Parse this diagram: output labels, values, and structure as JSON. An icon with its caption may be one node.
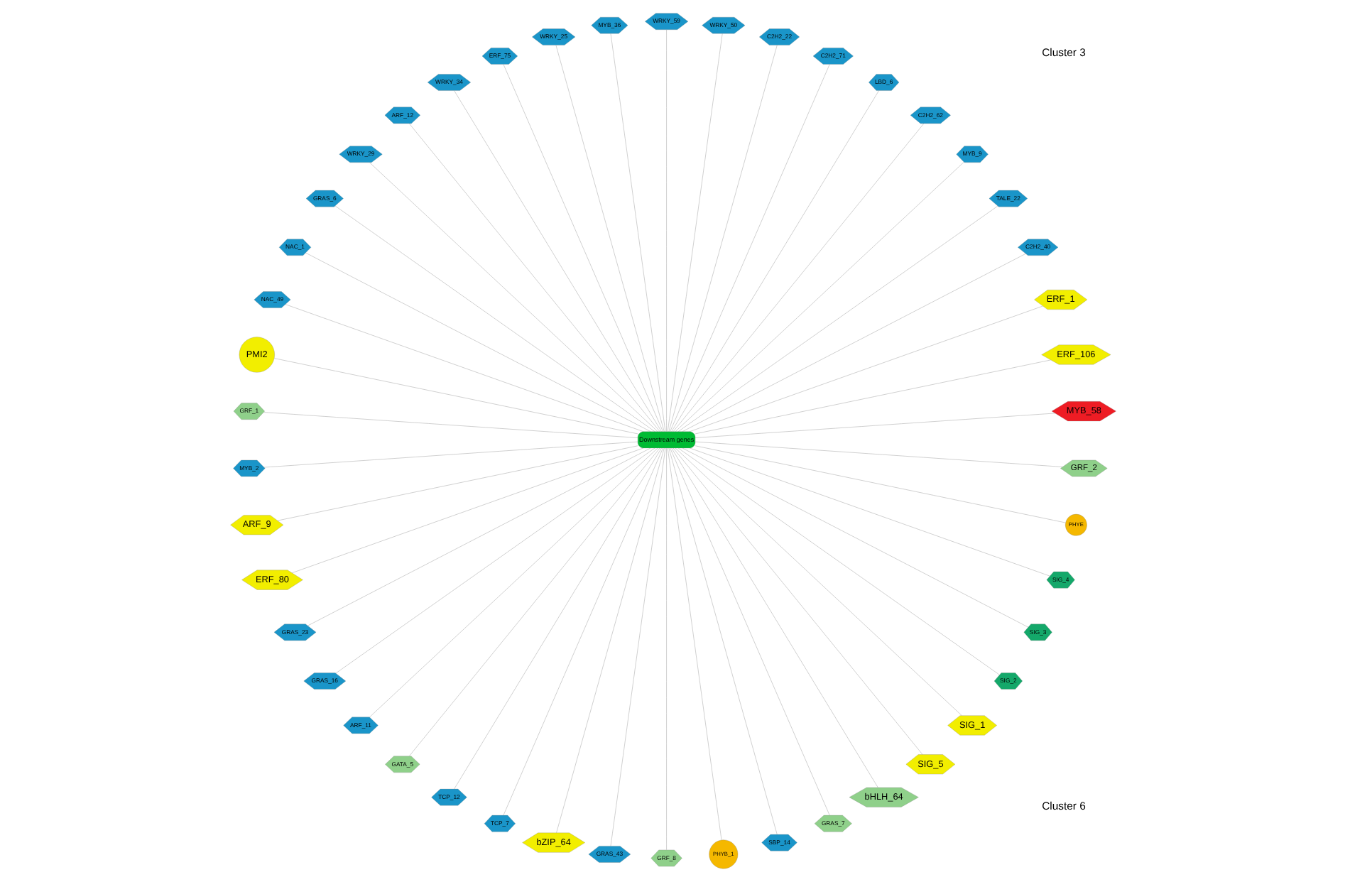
{
  "diagram": {
    "nodes": [
      {
        "text": [
          "MYB_58"
        ]
      },
      {
        "text": [
          "ERF_106"
        ]
      },
      {
        "text": [
          "ERF_1"
        ]
      },
      {
        "text": [
          "C2H2_40"
        ]
      },
      {
        "text": [
          "TALE_22"
        ]
      },
      {
        "text": [
          "MYB_9"
        ]
      },
      {
        "text": [
          "C2H2_62"
        ]
      },
      {
        "text": [
          "LBD_6"
        ]
      },
      {
        "text": [
          "C2H2_71"
        ]
      },
      {
        "text": [
          "C2H2_22"
        ]
      },
      {
        "text": [
          "WRKY_50"
        ]
      },
      {
        "text": [
          "WRKY_59"
        ]
      },
      {
        "text": [
          "MYB_36"
        ]
      },
      {
        "text": [
          "WRKY_25"
        ]
      },
      {
        "text": [
          "ERF_75"
        ]
      },
      {
        "text": [
          "WRKY_34"
        ]
      },
      {
        "text": [
          "ARF_12"
        ]
      },
      {
        "text": [
          "WRKY_29"
        ]
      },
      {
        "text": [
          "GRAS_6"
        ]
      },
      {
        "text": [
          "NAC_1"
        ]
      },
      {
        "text": [
          "NAC_49"
        ]
      },
      {
        "text": [
          "PMI2"
        ]
      },
      {
        "text": [
          "GRF_1"
        ]
      },
      {
        "text": [
          "Downstream genes"
        ]
      },
      {
        "text": [
          "MYB_2"
        ]
      },
      {
        "text": [
          "ARF_9"
        ]
      },
      {
        "text": [
          "ERF_80"
        ]
      },
      {
        "text": [
          "GRAS_23"
        ]
      },
      {
        "text": [
          "GRAS_16"
        ]
      },
      {
        "text": [
          "ARF_11"
        ]
      },
      {
        "text": [
          "GATA_5"
        ]
      },
      {
        "text": [
          "TCP_12"
        ]
      },
      {
        "text": [
          "TCP_7"
        ]
      },
      {
        "text": [
          "bZIP_64"
        ]
      },
      {
        "text": [
          "GRAS_43"
        ]
      },
      {
        "text": [
          "GRF_8"
        ]
      },
      {
        "text": [
          "PHYB_1"
        ]
      },
      {
        "text": [
          "SBP_14"
        ]
      },
      {
        "text": [
          "GRAS_7"
        ]
      },
      {
        "text": [
          "bHLH_64"
        ]
      },
      {
        "text": [
          "SIG_5"
        ]
      },
      {
        "text": [
          "SIG_1"
        ]
      },
      {
        "text": [
          "SIG_2"
        ]
      },
      {
        "text": [
          "SIG_3"
        ]
      },
      {
        "text": [
          "SIG_4"
        ]
      },
      {
        "text": [
          "PHYE"
        ]
      },
      {
        "text": [
          "GRF_2"
        ]
      }
    ],
    "edges": [
      {
        "from": 0,
        "to": 23,
        "arrow": "none"
      },
      {
        "from": 1,
        "to": 23,
        "arrow": "none"
      },
      {
        "from": 2,
        "to": 23,
        "arrow": "none"
      },
      {
        "from": 3,
        "to": 23,
        "arrow": "none"
      },
      {
        "from": 4,
        "to": 23,
        "arrow": "none"
      },
      {
        "from": 5,
        "to": 23,
        "arrow": "none"
      },
      {
        "from": 6,
        "to": 23,
        "arrow": "none"
      },
      {
        "from": 7,
        "to": 23,
        "arrow": "none"
      },
      {
        "from": 8,
        "to": 23,
        "arrow": "none"
      },
      {
        "from": 9,
        "to": 23,
        "arrow": "none"
      },
      {
        "from": 10,
        "to": 23,
        "arrow": "none"
      },
      {
        "from": 11,
        "to": 23,
        "arrow": "none"
      },
      {
        "from": 12,
        "to": 23,
        "arrow": "none"
      },
      {
        "from": 13,
        "to": 23,
        "arrow": "none"
      },
      {
        "from": 14,
        "to": 23,
        "arrow": "none"
      },
      {
        "from": 15,
        "to": 23,
        "arrow": "none"
      },
      {
        "from": 16,
        "to": 23,
        "arrow": "none"
      },
      {
        "from": 17,
        "to": 23,
        "arrow": "none"
      },
      {
        "from": 18,
        "to": 23,
        "arrow": "none"
      },
      {
        "from": 19,
        "to": 23,
        "arrow": "none"
      },
      {
        "from": 20,
        "to": 23,
        "arrow": "none"
      },
      {
        "from": 21,
        "to": 23,
        "arrow": "none"
      },
      {
        "from": 22,
        "to": 23,
        "arrow": "none"
      },
      {
        "from": 24,
        "to": 23,
        "arrow": "none"
      },
      {
        "from": 25,
        "to": 23,
        "arrow": "none"
      },
      {
        "from": 26,
        "to": 23,
        "arrow": "none"
      },
      {
        "from": 27,
        "to": 23,
        "arrow": "none"
      },
      {
        "from": 28,
        "to": 23,
        "arrow": "none"
      },
      {
        "from": 29,
        "to": 23,
        "arrow": "none"
      },
      {
        "from": 30,
        "to": 23,
        "arrow": "none"
      },
      {
        "from": 31,
        "to": 23,
        "arrow": "none"
      },
      {
        "from": 32,
        "to": 23,
        "arrow": "none"
      },
      {
        "from": 33,
        "to": 23,
        "arrow": "none"
      },
      {
        "from": 34,
        "to": 23,
        "arrow": "none"
      },
      {
        "from": 35,
        "to": 23,
        "arrow": "none"
      },
      {
        "from": 36,
        "to": 23,
        "arrow": "none"
      },
      {
        "from": 37,
        "to": 23,
        "arrow": "none"
      },
      {
        "from": 38,
        "to": 23,
        "arrow": "none"
      },
      {
        "from": 39,
        "to": 23,
        "arrow": "none"
      },
      {
        "from": 40,
        "to": 23,
        "arrow": "none"
      },
      {
        "from": 41,
        "to": 23,
        "arrow": "none"
      },
      {
        "from": 42,
        "to": 23,
        "arrow": "none"
      },
      {
        "from": 43,
        "to": 23,
        "arrow": "none"
      },
      {
        "from": 44,
        "to": 23,
        "arrow": "none"
      },
      {
        "from": 45,
        "to": 23,
        "arrow": "none"
      },
      {
        "from": 46,
        "to": 23,
        "arrow": "none"
      }
    ],
    "labels": [
      "Cluster 6",
      "Cluster 3"
    ]
  }
}
